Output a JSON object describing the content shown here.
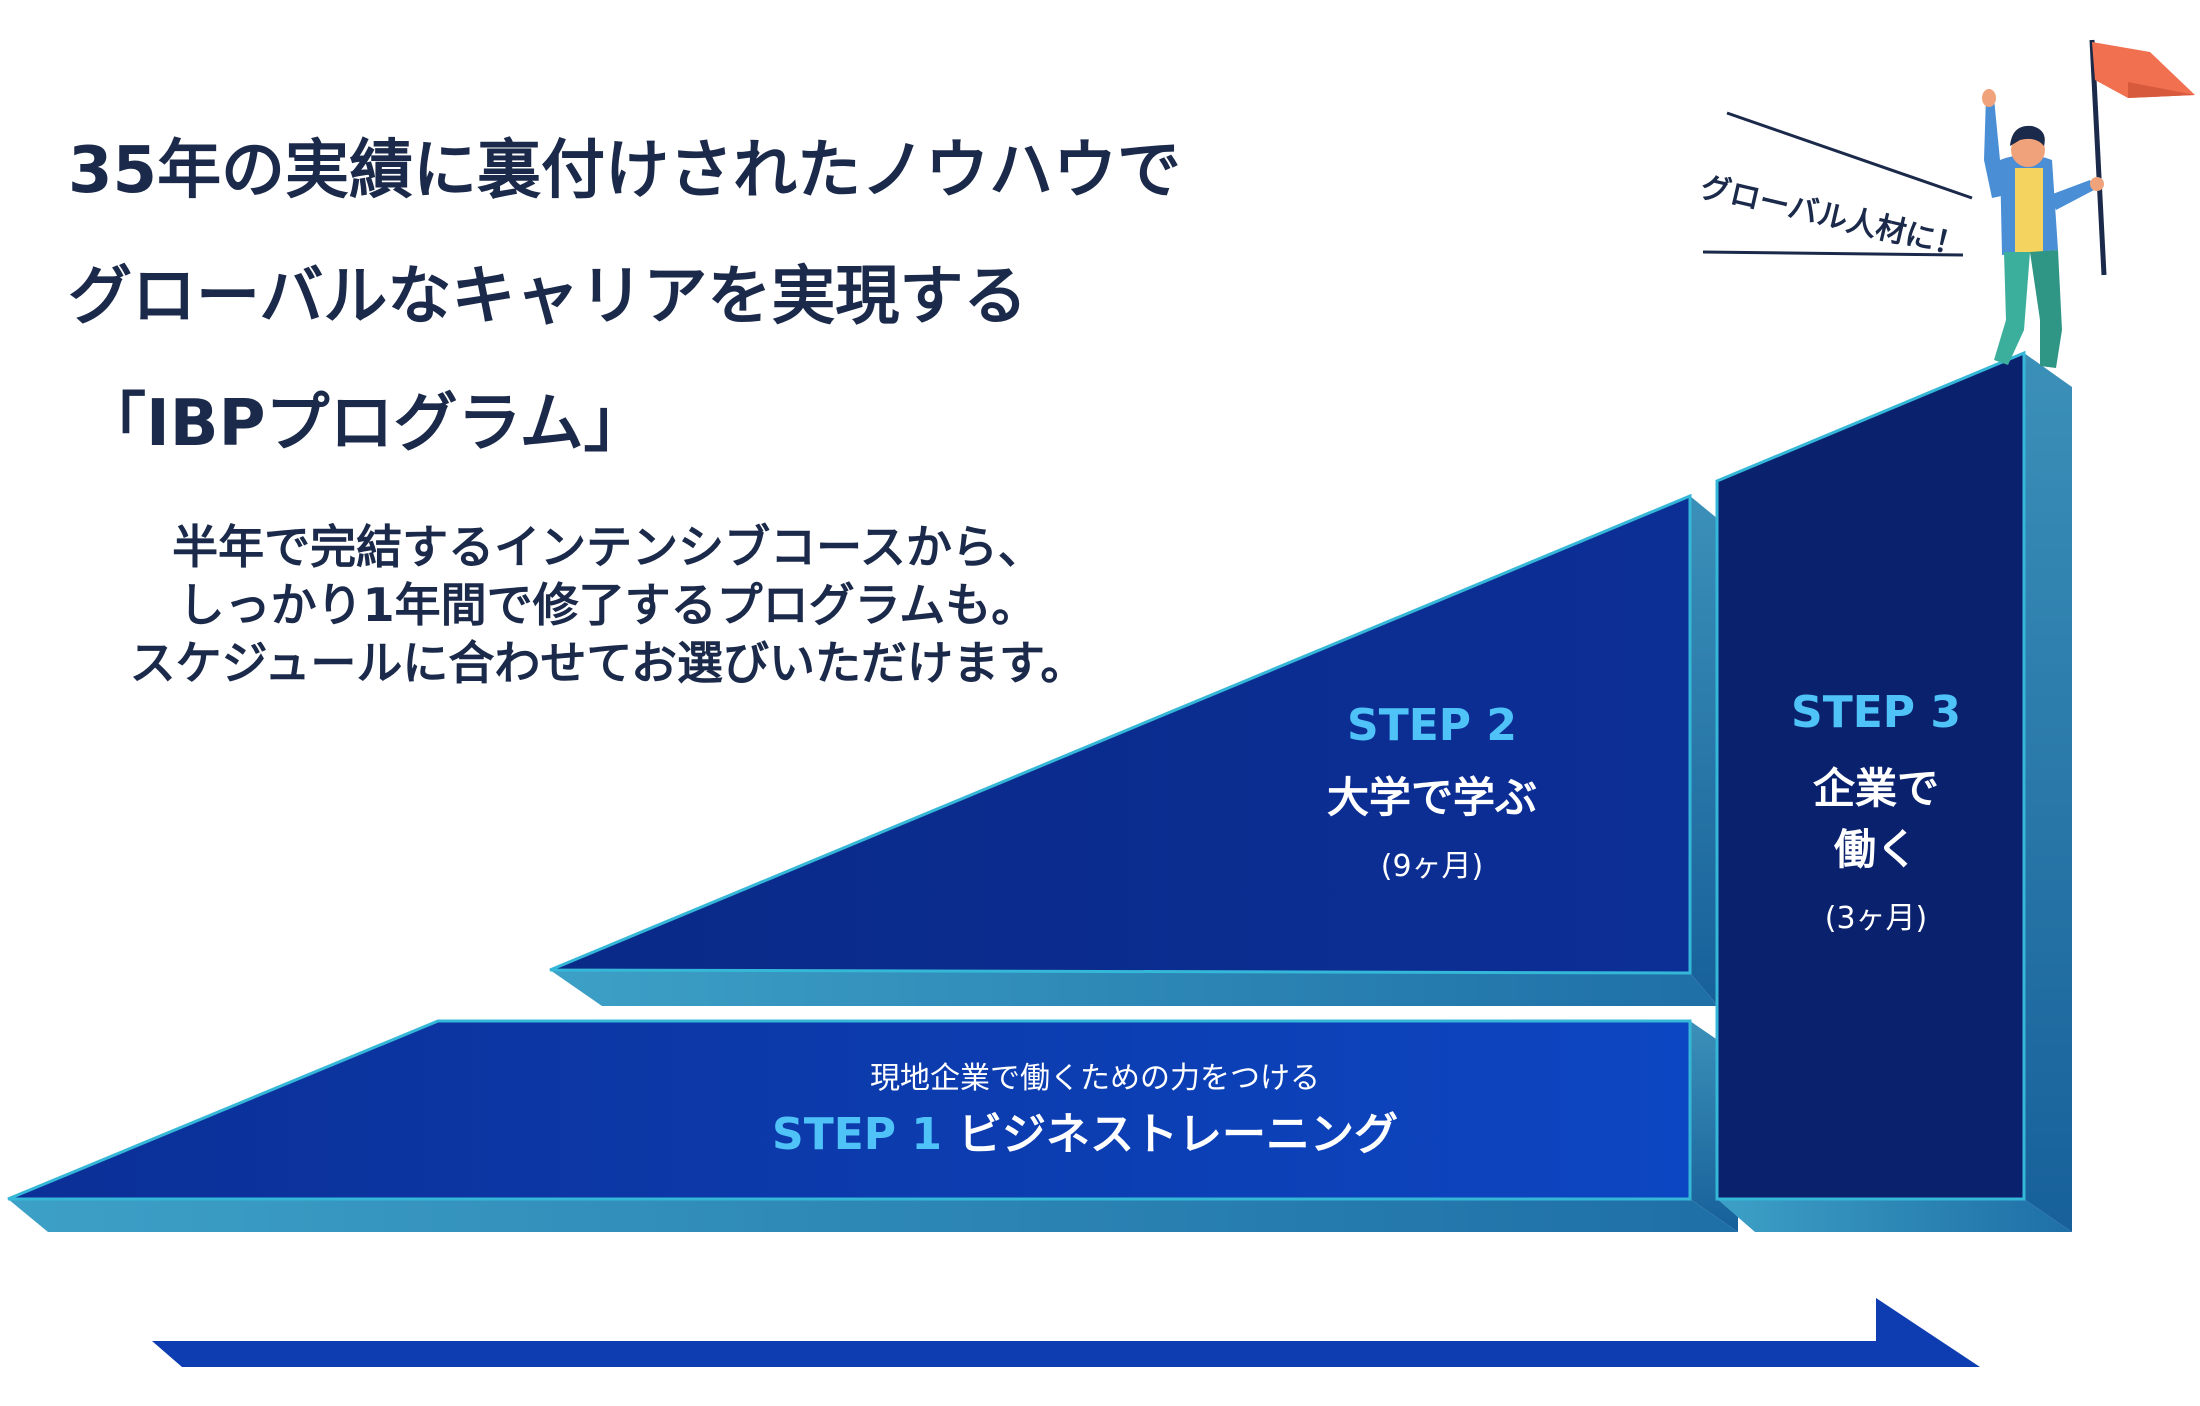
{
  "heading": {
    "line1": "35年の実績に裏付けされたノウハウで",
    "line2": "グローバルなキャリアを実現する",
    "line3": "「IBPプログラム」"
  },
  "description": {
    "line1": "半年で完結するインテンシブコースから、",
    "line2": "しっかり1年間で修了するプログラムも。",
    "line3": "スケジュールに合わせてお選びいただけます。"
  },
  "step1": {
    "caption": "現地企業で働くための力をつける",
    "label": "STEP 1",
    "title": "ビジネストレーニング"
  },
  "step2": {
    "label": "STEP 2",
    "title": "大学で学ぶ",
    "duration": "(9ヶ月)"
  },
  "step3": {
    "label": "STEP 3",
    "title_line1": "企業で",
    "title_line2": "働く",
    "duration": "(3ヶ月)"
  },
  "callout": {
    "text": "グローバル人材に！"
  },
  "colors": {
    "heading_text": "#1b2a4a",
    "step_label": "#4fc3f7",
    "step1_fill": "#0d3db0",
    "step2_fill": "#0b2a8f",
    "step3_fill": "#0a226e",
    "bevel": "#2a86b8",
    "flag": "#f07050",
    "arrow": "#0d3db0"
  }
}
